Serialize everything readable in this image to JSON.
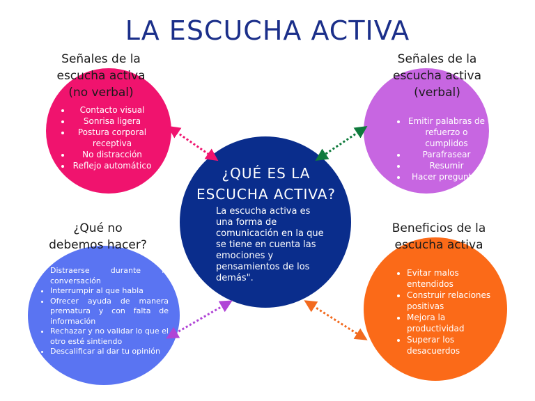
{
  "title": "LA ESCUCHA ACTIVA",
  "colors": {
    "title": "#1b2f8a",
    "top_left": "#f0136e",
    "top_right": "#c766e1",
    "bottom_left": "#5a74f2",
    "bottom_right": "#fb6a18",
    "center": "#0a2d8c"
  },
  "top_left": {
    "heading": [
      "Señales de la",
      "escucha activa",
      "(no verbal)"
    ],
    "items": [
      "Contacto visual",
      "Sonrisa ligera",
      "Postura corporal receptiva",
      "No distracción",
      "Reflejo automático"
    ]
  },
  "top_right": {
    "heading": [
      "Señales de la",
      "escucha activa",
      "(verbal)"
    ],
    "items": [
      "Emitir palabras de refuerzo o cumplidos",
      "Parafrasear",
      "Resumir",
      "Hacer preguntas"
    ]
  },
  "center": {
    "title": [
      "¿QUÉ ES LA",
      "ESCUCHA ACTIVA?"
    ],
    "body": "La escucha activa es una forma de comunicación en la que se tiene en cuenta las emociones y pensamientos de los demás\"."
  },
  "bottom_left": {
    "heading": [
      "¿Qué no",
      "debemos hacer?"
    ],
    "items": [
      "Distraerse durante la conversación",
      "Interrumpir al que habla",
      "Ofrecer ayuda de manera prematura y con falta de información",
      "Rechazar y no validar lo que el otro esté sintiendo",
      "Descalificar al dar tu opinión"
    ]
  },
  "bottom_right": {
    "heading": [
      "Beneficios de la",
      "escucha activa"
    ],
    "items": [
      "Evitar malos entendidos",
      "Construir relaciones positivas",
      "Mejora la productividad",
      "Superar los desacuerdos"
    ]
  }
}
